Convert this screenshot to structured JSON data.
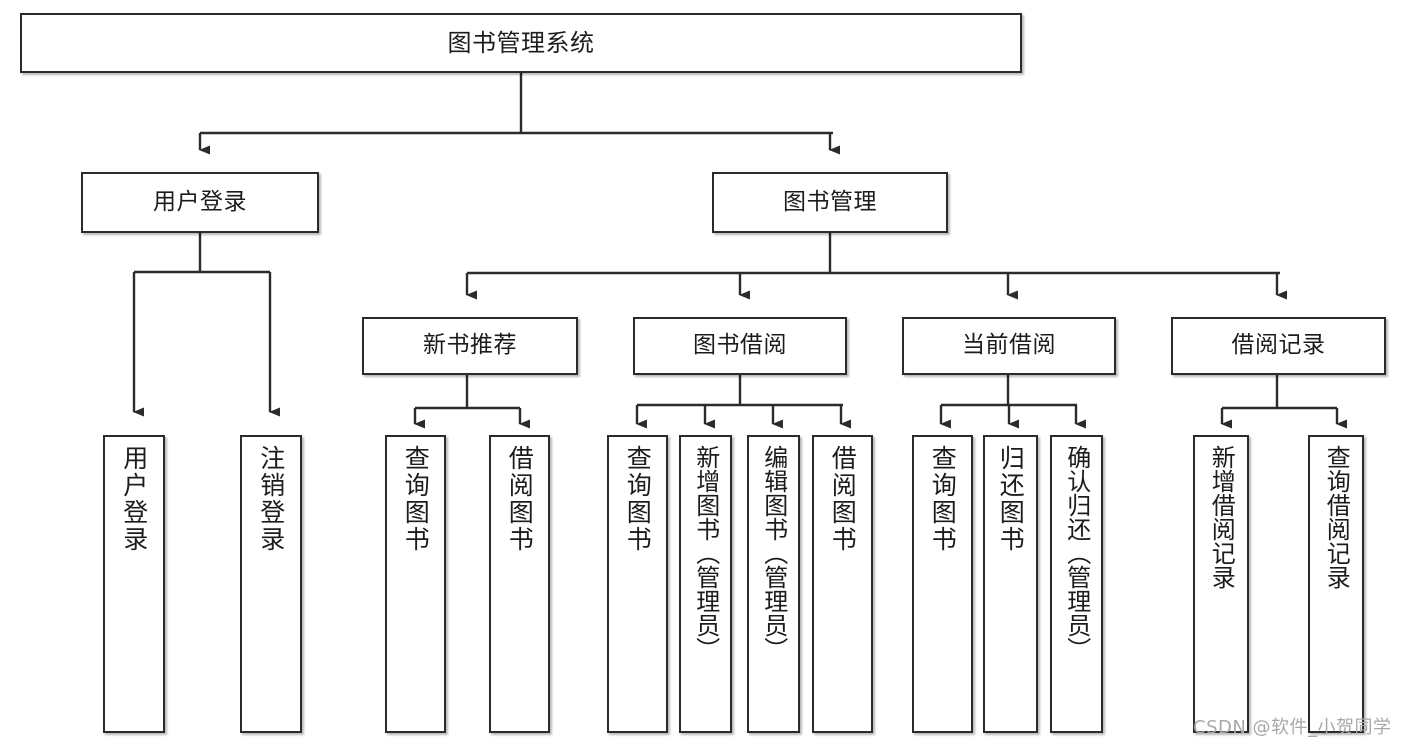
{
  "diagram": {
    "title": "图书管理系统",
    "type": "tree-hierarchy",
    "levels": 4,
    "line_color": "#2b2b2b",
    "box_fill": "#ffffff",
    "text_color": "#1c1c1c"
  },
  "root": {
    "label": "图书管理系统"
  },
  "level2": [
    {
      "label": "用户登录"
    },
    {
      "label": "图书管理"
    }
  ],
  "level3": [
    {
      "label": "新书推荐"
    },
    {
      "label": "图书借阅"
    },
    {
      "label": "当前借阅"
    },
    {
      "label": "借阅记录"
    }
  ],
  "leaves": {
    "user_login": [
      {
        "label": "用户登录"
      },
      {
        "label": "注销登录"
      }
    ],
    "new_book_recommend": [
      {
        "label": "查询图书"
      },
      {
        "label": "借阅图书"
      }
    ],
    "book_borrow": [
      {
        "label": "查询图书"
      },
      {
        "label": "新增图书（管理员）"
      },
      {
        "label": "编辑图书（管理员）"
      },
      {
        "label": "借阅图书"
      }
    ],
    "current_borrow": [
      {
        "label": "查询图书"
      },
      {
        "label": "归还图书"
      },
      {
        "label": "确认归还（管理员）"
      }
    ],
    "borrow_record": [
      {
        "label": "新增借阅记录"
      },
      {
        "label": "查询借阅记录"
      }
    ]
  },
  "watermark": {
    "text": "CSDN @软件_小贺同学"
  }
}
